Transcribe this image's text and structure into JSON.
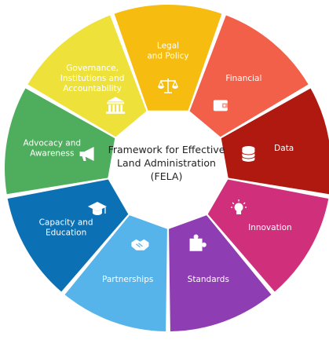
{
  "center": {
    "lines": [
      "Framework for Effective",
      "Land Administration",
      "(FELA)"
    ]
  },
  "segments": [
    {
      "name": "legal-and-policy",
      "label": [
        "Legal",
        "and Policy"
      ],
      "color": "#F6BC0F",
      "icon": "scales-icon"
    },
    {
      "name": "financial",
      "label": [
        "Financial"
      ],
      "color": "#F2604A",
      "icon": "wallet-icon"
    },
    {
      "name": "data",
      "label": [
        "Data"
      ],
      "color": "#B0190F",
      "icon": "database-icon"
    },
    {
      "name": "innovation",
      "label": [
        "Innovation"
      ],
      "color": "#CF2F7B",
      "icon": "lightbulb-icon"
    },
    {
      "name": "standards",
      "label": [
        "Standards"
      ],
      "color": "#8F3DB3",
      "icon": "puzzle-icon"
    },
    {
      "name": "partnerships",
      "label": [
        "Partnerships"
      ],
      "color": "#56B4EA",
      "icon": "handshake-icon"
    },
    {
      "name": "capacity-and-education",
      "label": [
        "Capacity and",
        "Education"
      ],
      "color": "#0C70B4",
      "icon": "graduation-cap-icon"
    },
    {
      "name": "advocacy-and-awareness",
      "label": [
        "Advocacy and",
        "Awareness"
      ],
      "color": "#4FAE5D",
      "icon": "megaphone-icon"
    },
    {
      "name": "governance-institutions-and-accountability",
      "label": [
        "Governance,",
        "Institutions and",
        "Accountability"
      ],
      "color": "#EEE23A",
      "icon": "institution-building-icon"
    }
  ]
}
